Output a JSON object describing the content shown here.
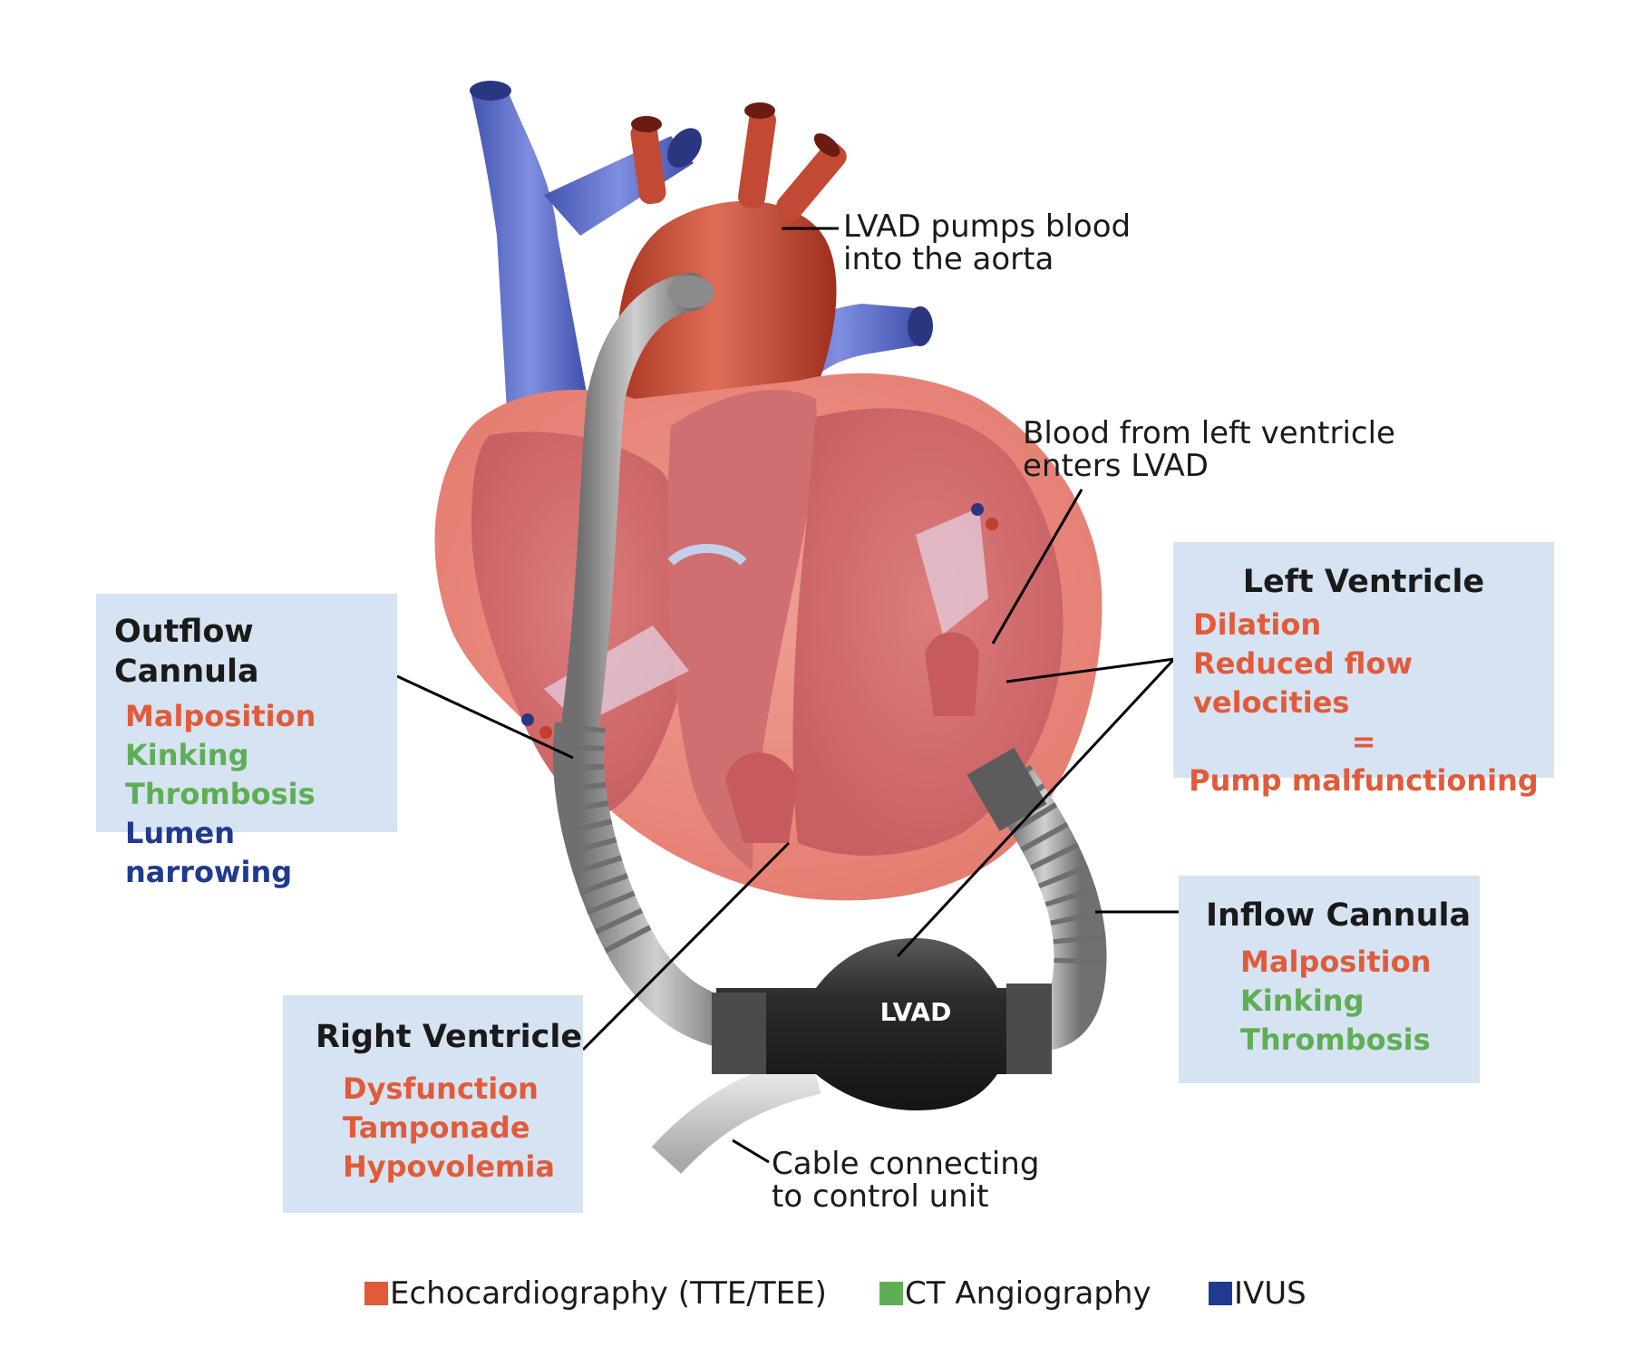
{
  "callouts": {
    "aorta": "LVAD pumps blood\ninto the aorta",
    "left_ventricle_entry": "Blood from left ventricle\nenters LVAD",
    "cable": "Cable connecting\nto control unit"
  },
  "device_label": "LVAD",
  "outflow_cannula": {
    "title": "Outflow Cannula",
    "items": [
      {
        "text": "Malposition",
        "modality": "echo"
      },
      {
        "text": "Kinking",
        "modality": "ct"
      },
      {
        "text": "Thrombosis",
        "modality": "ct"
      },
      {
        "text": "Lumen narrowing",
        "modality": "ivus"
      }
    ]
  },
  "left_ventricle": {
    "title": "Left Ventricle",
    "items": [
      "Dilation",
      "Reduced flow velocities",
      "=",
      "Pump malfunctioning"
    ]
  },
  "inflow_cannula": {
    "title": "Inflow Cannula",
    "items": [
      {
        "text": "Malposition",
        "modality": "echo"
      },
      {
        "text": "Kinking",
        "modality": "ct"
      },
      {
        "text": "Thrombosis",
        "modality": "ct"
      }
    ]
  },
  "right_ventricle": {
    "title": "Right Ventricle",
    "items": [
      "Dysfunction",
      "Tamponade",
      "Hypovolemia"
    ]
  },
  "legend": [
    {
      "label": "Echocardiography (TTE/TEE)",
      "color": "#e15b3a"
    },
    {
      "label": "CT Angiography",
      "color": "#5fae55"
    },
    {
      "label": "IVUS",
      "color": "#1f3a8f"
    }
  ]
}
